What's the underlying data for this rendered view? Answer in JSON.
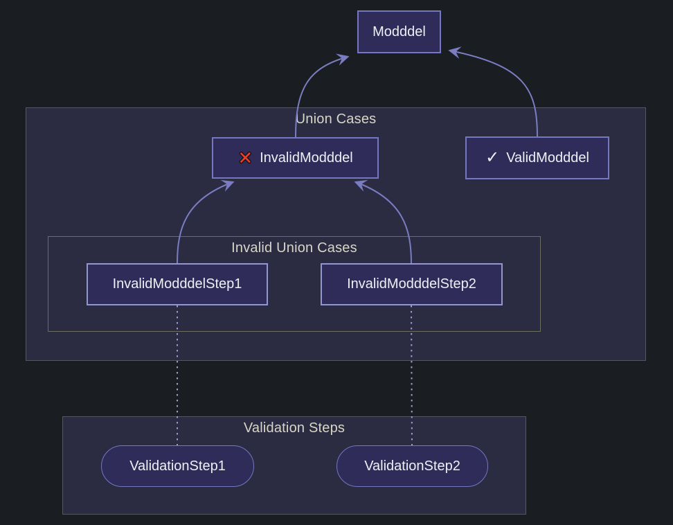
{
  "colors": {
    "background": "#1a1d21",
    "cluster_fill": "#2b2b41",
    "cluster_border": "#56575f",
    "cluster_border_inner": "#6e6e60",
    "cluster_label": "#d8d6c6",
    "node_fill": "#302c5a",
    "node_border": "#7577c0",
    "node_border_light": "#9496d2",
    "node_text": "#efeff5",
    "edge": "#7b7dc3",
    "edge_dotted": "#9b9bd4",
    "invalid_icon_color": "#e8402e"
  },
  "clusters": {
    "union_cases": {
      "title": "Union Cases"
    },
    "invalid_union_cases": {
      "title": "Invalid Union Cases"
    },
    "validation_steps": {
      "title": "Validation Steps"
    }
  },
  "nodes": {
    "modddel": {
      "label": "Modddel"
    },
    "invalid_modddel": {
      "label": "InvalidModddel",
      "icon": "✕"
    },
    "valid_modddel": {
      "label": "ValidModddel",
      "icon": "✓"
    },
    "invalid_modddel_step1": {
      "label": "InvalidModddelStep1"
    },
    "invalid_modddel_step2": {
      "label": "InvalidModddelStep2"
    },
    "validation_step1": {
      "label": "ValidationStep1"
    },
    "validation_step2": {
      "label": "ValidationStep2"
    }
  }
}
